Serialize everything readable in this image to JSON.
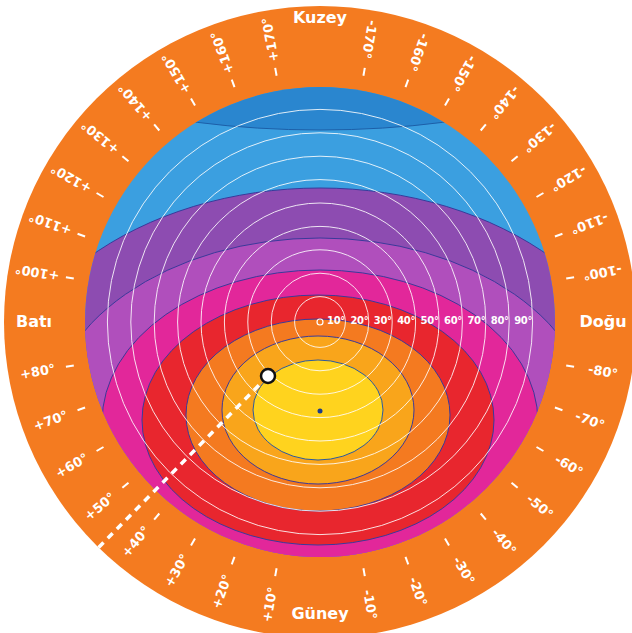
{
  "diagram": {
    "labels": [
      "Kuzey",
      "Batı",
      "Doğu",
      "Güney",
      "+10°",
      "+20°",
      "+30°",
      "+40°",
      "+50°",
      "+60°",
      "+70°",
      "+80°",
      "+100°",
      "+110°",
      "+120°",
      "+130°",
      "+140°",
      "+150°",
      "+160°",
      "+170°",
      "-10°",
      "-20°",
      "-30°",
      "-40°",
      "-50°",
      "-60°",
      "-70°",
      "-80°",
      "-100°",
      "-110°",
      "-120°",
      "-130°",
      "-140°",
      "-150°",
      "-160°",
      "-170°",
      "10°",
      "20°",
      "30°",
      "40°",
      "50°",
      "60°",
      "70°",
      "80°",
      "90°"
    ]
  }
}
